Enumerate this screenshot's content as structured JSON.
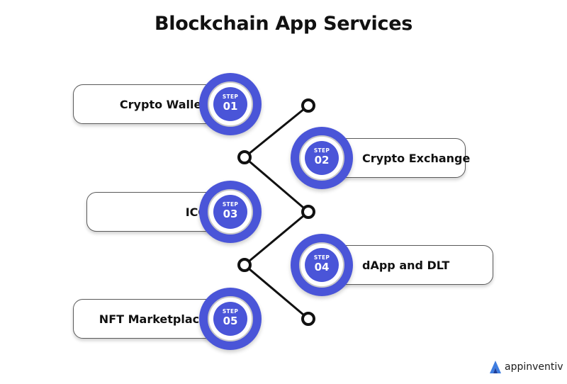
{
  "title": "Blockchain App Services",
  "step_label": "STEP",
  "steps": [
    {
      "number": "01",
      "label": "Crypto Wallet"
    },
    {
      "number": "02",
      "label": "Crypto Exchange"
    },
    {
      "number": "03",
      "label": "ICO"
    },
    {
      "number": "04",
      "label": "dApp and DLT"
    },
    {
      "number": "05",
      "label": "NFT Marketplace"
    }
  ],
  "brand": {
    "name": "appinventiv",
    "icon": "appinventiv-logo-icon"
  },
  "colors": {
    "accent": "#4a55d8",
    "text": "#111111",
    "line": "#111111",
    "background": "#ffffff"
  }
}
